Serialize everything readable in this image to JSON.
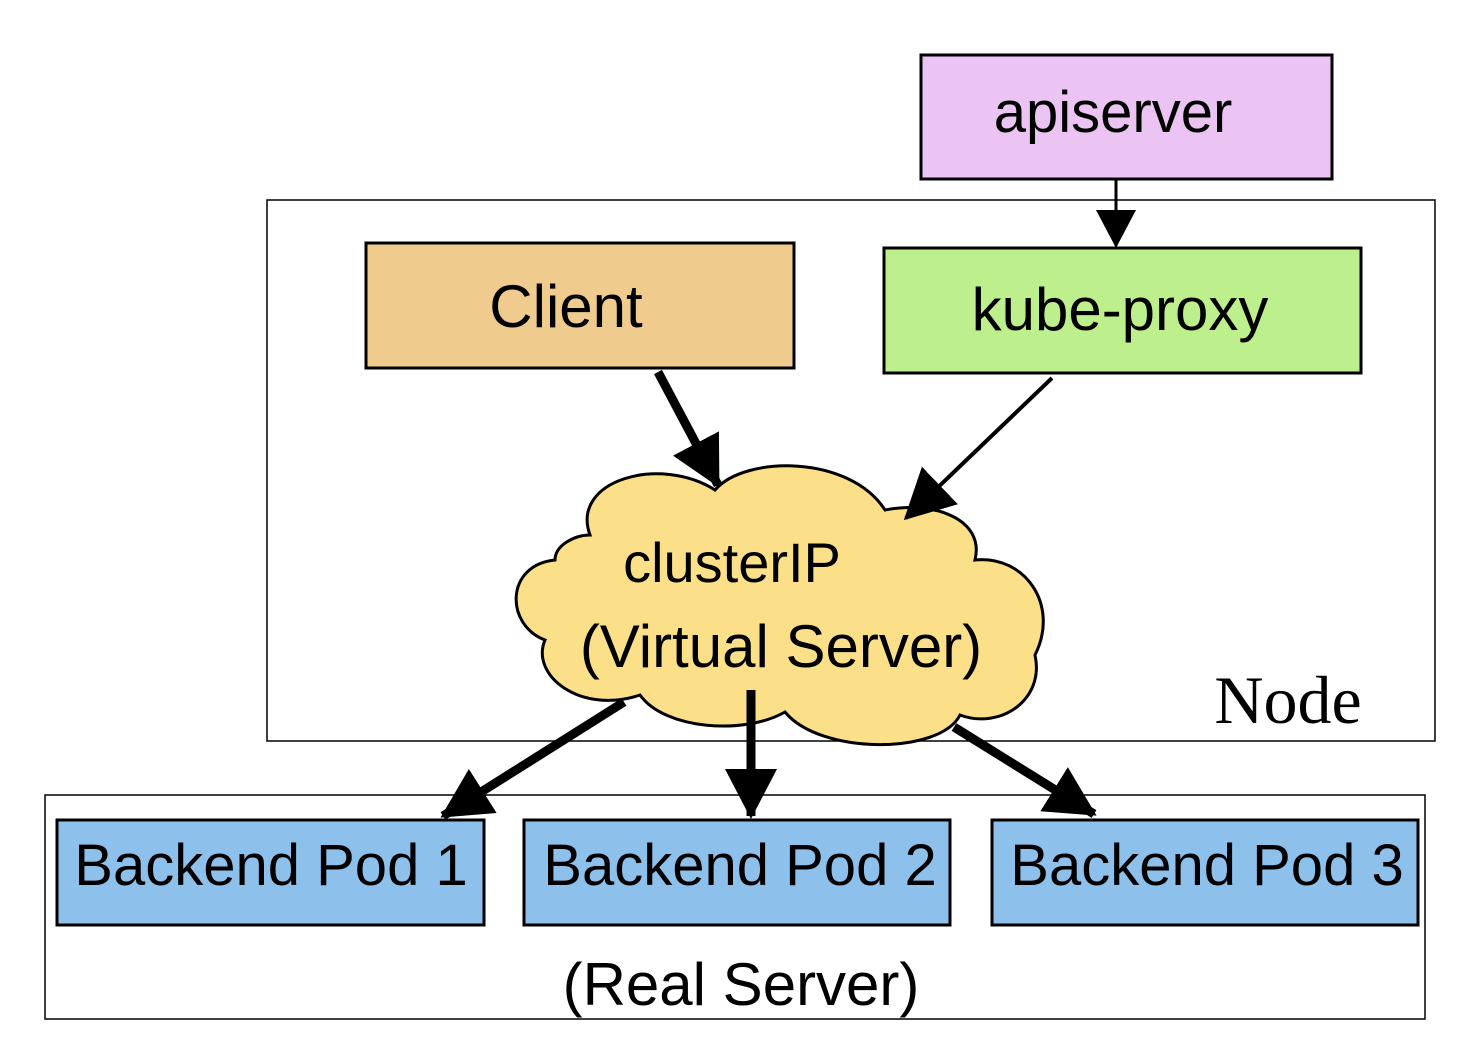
{
  "nodes": {
    "apiserver": {
      "label": "apiserver",
      "fill": "#ecc4f4"
    },
    "client": {
      "label": "Client",
      "fill": "#efcc8e"
    },
    "kube_proxy": {
      "label": "kube-proxy",
      "fill": "#bdf08c"
    },
    "cluster_ip": {
      "label": "clusterIP",
      "sublabel": "(Virtual Server)",
      "fill": "#fbe089",
      "sublabel_color": "#ff1a1a"
    },
    "backend_pods": [
      {
        "label": "Backend Pod 1"
      },
      {
        "label": "Backend Pod 2"
      },
      {
        "label": "Backend Pod 3"
      }
    ],
    "pod_fill": "#8dc1ec"
  },
  "groups": {
    "node": {
      "label": "Node"
    },
    "real_server": {
      "label": "(Real Server)",
      "color": "#ff1a1a"
    }
  },
  "edges": [
    {
      "from": "apiserver",
      "to": "kube-proxy"
    },
    {
      "from": "Client",
      "to": "clusterIP"
    },
    {
      "from": "kube-proxy",
      "to": "clusterIP"
    },
    {
      "from": "clusterIP",
      "to": "Backend Pod 1"
    },
    {
      "from": "clusterIP",
      "to": "Backend Pod 2"
    },
    {
      "from": "clusterIP",
      "to": "Backend Pod 3"
    }
  ]
}
